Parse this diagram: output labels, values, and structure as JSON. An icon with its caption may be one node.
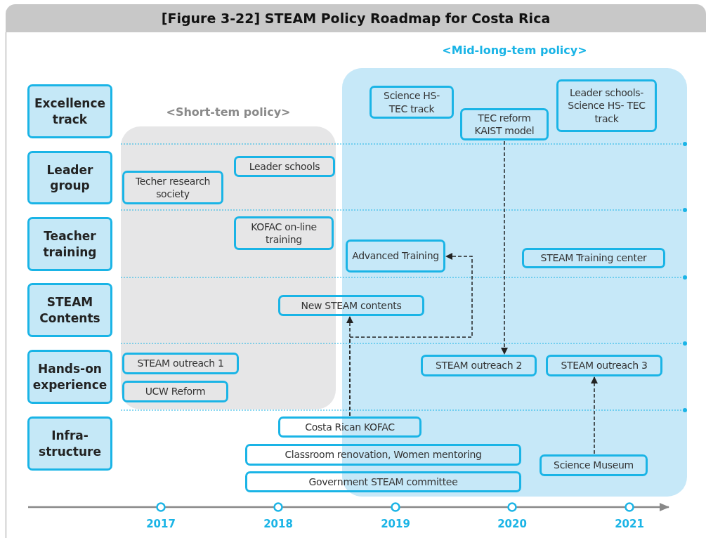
{
  "diagram": {
    "title": "[Figure 3-22] STEAM Policy Roadmap for Costa Rica",
    "nodes": [
      {
        "text": [
          "<Short-tem policy>"
        ]
      },
      {
        "text": [
          "<Mid-long-tem policy>"
        ]
      },
      {
        "text": [
          "Excellence track"
        ]
      },
      {
        "text": [
          "Science HS- TEC track"
        ],
        "in": 1
      },
      {
        "text": [
          "TEC reform KAIST model"
        ],
        "in": 1
      },
      {
        "text": [
          "Leader schools- Science HS- TEC track"
        ],
        "in": 1
      },
      {
        "text": [
          "Leader group"
        ]
      },
      {
        "text": [
          "Techer research society"
        ],
        "in": 0
      },
      {
        "text": [
          "Leader schools"
        ],
        "in": 0
      },
      {
        "text": [
          "Teacher training"
        ]
      },
      {
        "text": [
          "KOFAC on-line training"
        ],
        "in": 0
      },
      {
        "text": [
          "Advanced Training"
        ],
        "in": 1
      },
      {
        "text": [
          "STEAM Training center"
        ],
        "in": 1
      },
      {
        "text": [
          "STEAM Contents"
        ]
      },
      {
        "text": [
          "New STEAM contents"
        ]
      },
      {
        "text": [
          "Hands-on experience"
        ]
      },
      {
        "text": [
          "STEAM outreach 1"
        ],
        "in": 0
      },
      {
        "text": [
          "UCW Reform"
        ],
        "in": 0
      },
      {
        "text": [
          "STEAM outreach 2"
        ],
        "in": 1
      },
      {
        "text": [
          "STEAM outreach 3"
        ],
        "in": 1
      },
      {
        "text": [
          "Infra- structure"
        ]
      },
      {
        "text": [
          "Costa Rican KOFAC"
        ]
      },
      {
        "text": [
          "Classroom renovation, Women mentoring"
        ]
      },
      {
        "text": [
          "Government STEAM committee"
        ]
      },
      {
        "text": [
          "Science Museum"
        ],
        "in": 1
      }
    ],
    "edges": [
      {
        "from": 4,
        "to": 18,
        "arrow": "to",
        "style": "dashed"
      },
      {
        "from": 21,
        "to": 14,
        "arrow": "to",
        "style": "dashed"
      },
      {
        "from": 21,
        "to": 11,
        "arrow": "to",
        "style": "dashed"
      },
      {
        "from": 24,
        "to": 19,
        "arrow": "to",
        "style": "dashed"
      }
    ],
    "labels": [
      "2017",
      "2018",
      "2019",
      "2020",
      "2021"
    ]
  }
}
